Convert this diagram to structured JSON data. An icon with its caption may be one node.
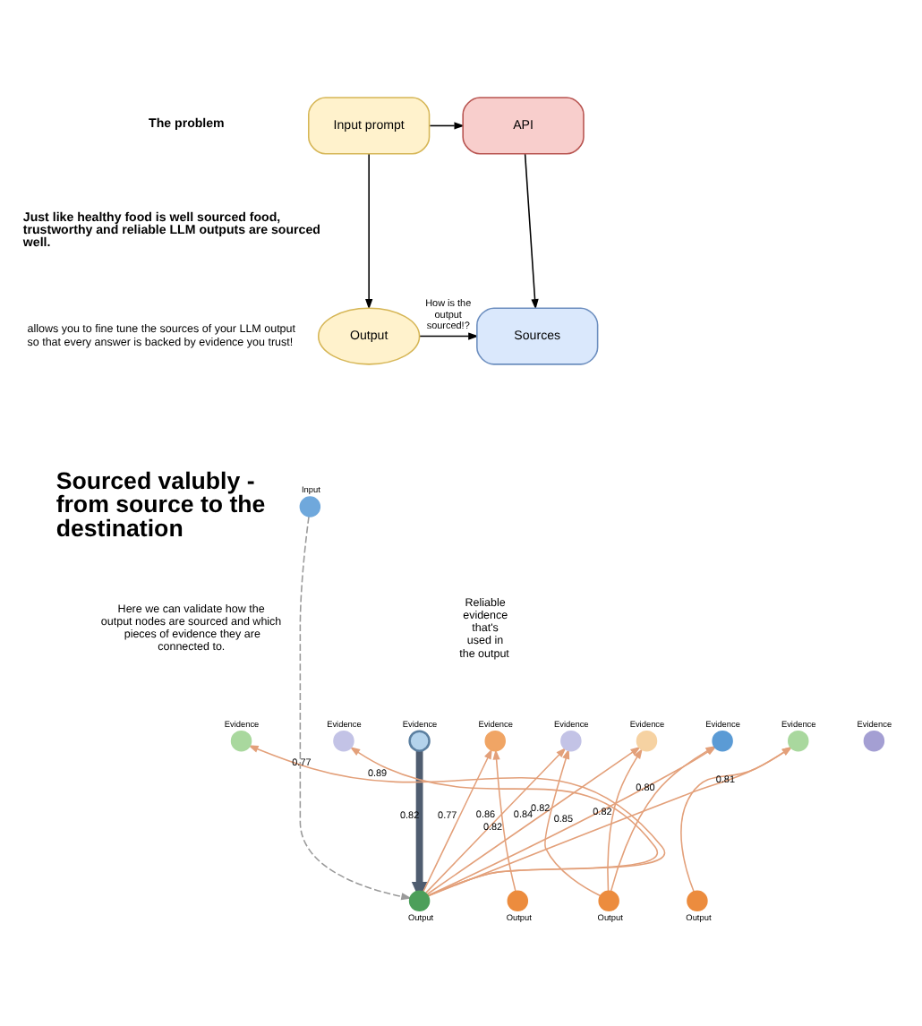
{
  "diagram": {
    "nodes": [
      {
        "text": [
          "Input prompt"
        ]
      },
      {
        "text": [
          "API"
        ]
      },
      {
        "text": [
          "Output"
        ]
      },
      {
        "text": [
          "Sources"
        ]
      },
      {
        "text": [],
        "shape": "circle",
        "beside": [
          "Input"
        ]
      },
      {
        "text": [],
        "shape": "circle",
        "beside": [
          "Evidence"
        ]
      },
      {
        "text": [],
        "shape": "circle",
        "beside": [
          "Evidence"
        ]
      },
      {
        "text": [],
        "shape": "circle",
        "beside": [
          "Evidence"
        ]
      },
      {
        "text": [],
        "shape": "circle",
        "beside": [
          "Evidence"
        ]
      },
      {
        "text": [],
        "shape": "circle",
        "beside": [
          "Evidence"
        ]
      },
      {
        "text": [],
        "shape": "circle",
        "beside": [
          "Evidence"
        ]
      },
      {
        "text": [],
        "shape": "circle",
        "beside": [
          "Evidence"
        ]
      },
      {
        "text": [],
        "shape": "circle",
        "beside": [
          "Evidence"
        ]
      },
      {
        "text": [],
        "shape": "circle",
        "beside": [
          "Evidence"
        ]
      },
      {
        "text": [],
        "shape": "circle",
        "beside": [
          "Output"
        ]
      },
      {
        "text": [],
        "shape": "circle",
        "beside": [
          "Output"
        ]
      },
      {
        "text": [],
        "shape": "circle",
        "beside": [
          "Output"
        ]
      },
      {
        "text": [],
        "shape": "circle",
        "beside": [
          "Output"
        ]
      }
    ],
    "edges": [
      {
        "from": 0,
        "to": 1,
        "arrow": "to",
        "color": "#000000"
      },
      {
        "from": 0,
        "to": 2,
        "arrow": "to",
        "color": "#000000"
      },
      {
        "from": 1,
        "to": 3,
        "arrow": "to",
        "color": "#000000"
      },
      {
        "from": 2,
        "to": 3,
        "arrow": "to",
        "label": "How is the output sourced!?",
        "color": "#000000"
      },
      {
        "from": 4,
        "to": 14,
        "arrow": "to",
        "style": "dashed",
        "color": "#9a9a9a"
      },
      {
        "from": 7,
        "to": 14,
        "arrow": "to",
        "label": "0.82",
        "style": "thick",
        "color": "#4f5d70"
      },
      {
        "from": 14,
        "to": 5,
        "arrow": "to",
        "label": "0.77"
      },
      {
        "from": 14,
        "to": 6,
        "arrow": "to",
        "label": "0.89"
      },
      {
        "from": 14,
        "to": 8,
        "arrow": "to",
        "label": "0.77"
      },
      {
        "from": 15,
        "to": 8,
        "arrow": "to",
        "label": "0.82"
      },
      {
        "from": 14,
        "to": 9,
        "arrow": "to",
        "label": "0.86"
      },
      {
        "from": 14,
        "to": 10,
        "arrow": "to",
        "label": "0.84"
      },
      {
        "from": 14,
        "to": 11,
        "arrow": "to",
        "label": "0.85"
      },
      {
        "from": 14,
        "to": 12,
        "arrow": "to"
      },
      {
        "from": 16,
        "to": 9,
        "arrow": "to",
        "label": "0.82"
      },
      {
        "from": 16,
        "to": 10,
        "arrow": "to",
        "label": "0.82"
      },
      {
        "from": 16,
        "to": 11,
        "arrow": "to",
        "label": "0.80"
      },
      {
        "from": 17,
        "to": 12,
        "arrow": "to",
        "label": "0.81"
      }
    ],
    "labels": [
      "The problem",
      "Just like healthy food is well sourced food, trustworthy and reliable LLM outputs are sourced well.",
      "allows you to fine tune the sources of your LLM output so that every answer is backed by evidence you trust!",
      "Sourced valubly - from source to the destination",
      "Here we can validate how the output nodes are sourced and which pieces of evidence they are connected to.",
      "Reliable evidence that's used in the output"
    ]
  }
}
